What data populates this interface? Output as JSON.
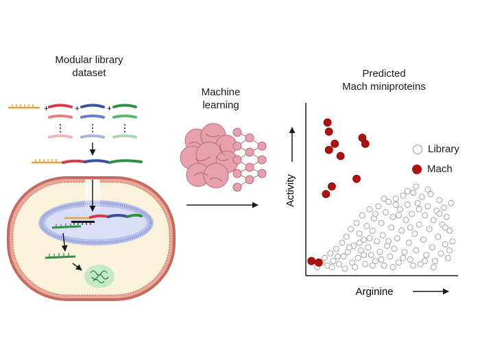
{
  "panels": {
    "library": {
      "title_line1": "Modular library",
      "title_line2": "dataset"
    },
    "ml": {
      "title_line1": "Machine",
      "title_line2": "learning"
    },
    "prediction": {
      "title_line1": "Predicted",
      "title_line2": "Mach miniproteins"
    }
  },
  "chart_data": {
    "type": "scatter",
    "xlabel": "Arginine",
    "ylabel": "Activity",
    "legend": [
      "Library",
      "Mach"
    ],
    "legend_position": "right",
    "series": [
      {
        "name": "Library",
        "color": "#9a9a9a",
        "points": [
          [
            0.06,
            0.02
          ],
          [
            0.09,
            0.05
          ],
          [
            0.11,
            0.08
          ],
          [
            0.13,
            0.03
          ],
          [
            0.15,
            0.11
          ],
          [
            0.17,
            0.06
          ],
          [
            0.19,
            0.14
          ],
          [
            0.21,
            0.04
          ],
          [
            0.23,
            0.18
          ],
          [
            0.24,
            0.09
          ],
          [
            0.26,
            0.22
          ],
          [
            0.27,
            0.12
          ],
          [
            0.29,
            0.27
          ],
          [
            0.3,
            0.05
          ],
          [
            0.31,
            0.16
          ],
          [
            0.33,
            0.31
          ],
          [
            0.34,
            0.08
          ],
          [
            0.35,
            0.24
          ],
          [
            0.36,
            0.13
          ],
          [
            0.37,
            0.36
          ],
          [
            0.38,
            0.2
          ],
          [
            0.39,
            0.04
          ],
          [
            0.4,
            0.29
          ],
          [
            0.41,
            0.15
          ],
          [
            0.42,
            0.4
          ],
          [
            0.43,
            0.1
          ],
          [
            0.44,
            0.26
          ],
          [
            0.45,
            0.34
          ],
          [
            0.46,
            0.06
          ],
          [
            0.47,
            0.19
          ],
          [
            0.48,
            0.42
          ],
          [
            0.49,
            0.12
          ],
          [
            0.5,
            0.31
          ],
          [
            0.51,
            0.23
          ],
          [
            0.52,
            0.03
          ],
          [
            0.53,
            0.38
          ],
          [
            0.54,
            0.16
          ],
          [
            0.55,
            0.45
          ],
          [
            0.56,
            0.09
          ],
          [
            0.57,
            0.28
          ],
          [
            0.58,
            0.35
          ],
          [
            0.59,
            0.14
          ],
          [
            0.6,
            0.47
          ],
          [
            0.61,
            0.21
          ],
          [
            0.62,
            0.05
          ],
          [
            0.63,
            0.4
          ],
          [
            0.64,
            0.26
          ],
          [
            0.65,
            0.49
          ],
          [
            0.66,
            0.12
          ],
          [
            0.67,
            0.33
          ],
          [
            0.68,
            0.43
          ],
          [
            0.69,
            0.18
          ],
          [
            0.7,
            0.07
          ],
          [
            0.71,
            0.37
          ],
          [
            0.72,
            0.51
          ],
          [
            0.73,
            0.24
          ],
          [
            0.74,
            0.13
          ],
          [
            0.75,
            0.44
          ],
          [
            0.76,
            0.3
          ],
          [
            0.77,
            0.04
          ],
          [
            0.78,
            0.48
          ],
          [
            0.79,
            0.2
          ],
          [
            0.8,
            0.36
          ],
          [
            0.81,
            0.1
          ],
          [
            0.82,
            0.42
          ],
          [
            0.83,
            0.27
          ],
          [
            0.84,
            0.5
          ],
          [
            0.85,
            0.15
          ],
          [
            0.86,
            0.33
          ],
          [
            0.87,
            0.06
          ],
          [
            0.88,
            0.39
          ],
          [
            0.89,
            0.22
          ],
          [
            0.9,
            0.46
          ],
          [
            0.91,
            0.11
          ],
          [
            0.92,
            0.3
          ],
          [
            0.93,
            0.41
          ],
          [
            0.94,
            0.17
          ],
          [
            0.95,
            0.35
          ],
          [
            0.96,
            0.08
          ],
          [
            0.97,
            0.26
          ],
          [
            0.98,
            0.44
          ],
          [
            0.99,
            0.19
          ],
          [
            0.32,
            0.02
          ],
          [
            0.44,
            0.03
          ],
          [
            0.58,
            0.02
          ],
          [
            0.72,
            0.03
          ],
          [
            0.86,
            0.02
          ],
          [
            0.25,
            0.01
          ],
          [
            0.5,
            0.07
          ],
          [
            0.65,
            0.08
          ],
          [
            0.8,
            0.06
          ],
          [
            0.38,
            0.1
          ],
          [
            0.55,
            0.19
          ],
          [
            0.7,
            0.28
          ],
          [
            0.62,
            0.36
          ],
          [
            0.76,
            0.4
          ],
          [
            0.68,
            0.52
          ],
          [
            0.74,
            0.55
          ],
          [
            0.82,
            0.53
          ],
          [
            0.6,
            0.43
          ],
          [
            0.46,
            0.37
          ],
          [
            0.52,
            0.47
          ],
          [
            0.9,
            0.37
          ],
          [
            0.94,
            0.28
          ],
          [
            0.97,
            0.13
          ],
          [
            0.42,
            0.21
          ],
          [
            0.28,
            0.15
          ],
          [
            0.2,
            0.09
          ],
          [
            0.16,
            0.02
          ],
          [
            0.35,
            0.18
          ]
        ]
      },
      {
        "name": "Mach",
        "color": "#b01010",
        "points": [
          [
            0.02,
            0.06
          ],
          [
            0.07,
            0.05
          ],
          [
            0.13,
            0.97
          ],
          [
            0.14,
            0.91
          ],
          [
            0.18,
            0.83
          ],
          [
            0.14,
            0.79
          ],
          [
            0.22,
            0.75
          ],
          [
            0.16,
            0.55
          ],
          [
            0.12,
            0.5
          ],
          [
            0.37,
            0.87
          ],
          [
            0.39,
            0.83
          ],
          [
            0.33,
            0.6
          ]
        ]
      }
    ]
  }
}
